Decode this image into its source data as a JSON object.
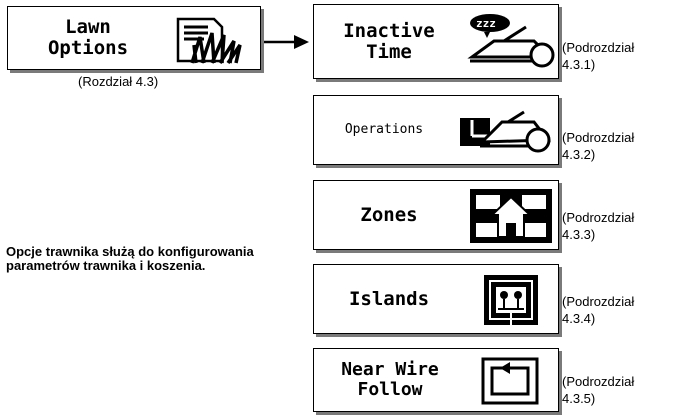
{
  "main": {
    "line1": "Lawn",
    "line2": "Options",
    "caption": "(Rozdział 4.3)",
    "icon": "grass-document-icon"
  },
  "description": "Opcje trawnika służą do konfigurowania parametrów trawnika i koszenia.",
  "submenus": [
    {
      "line1": "Inactive",
      "line2": "Time",
      "caption1": "(Podrozdział",
      "caption2": "4.3.1)",
      "icon": "sleeping-mower-icon"
    },
    {
      "line1": "Operations",
      "line2": "",
      "caption1": "(Podrozdział",
      "caption2": "4.3.2)",
      "icon": "mower-operations-icon"
    },
    {
      "line1": "Zones",
      "line2": "",
      "caption1": "(Podrozdział",
      "caption2": "4.3.3)",
      "icon": "zones-house-icon"
    },
    {
      "line1": "Islands",
      "line2": "",
      "caption1": "(Podrozdział",
      "caption2": "4.3.4)",
      "icon": "islands-flowers-icon"
    },
    {
      "line1": "Near Wire",
      "line2": "Follow",
      "caption1": "(Podrozdział",
      "caption2": "4.3.5)",
      "icon": "wire-follow-icon"
    }
  ]
}
